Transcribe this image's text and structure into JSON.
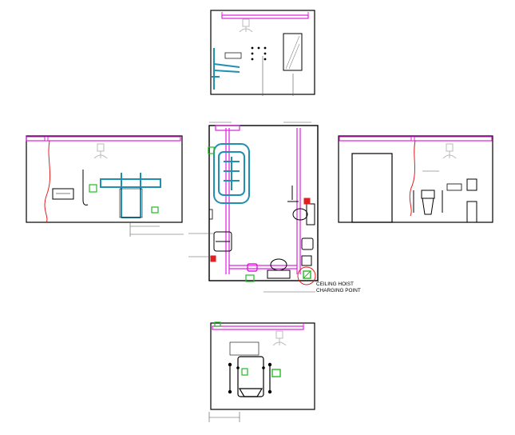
{
  "colors": {
    "wall": "#000000",
    "track": "#e020e0",
    "fixture": "#2090b0",
    "indicator": "#22bb22",
    "alarm": "#e02020",
    "dim": "#555555",
    "light": "#bbbbbb"
  },
  "icons": {
    "ceiling_hoist_track": "pink-rail",
    "hoist_motor": "grey-hoist",
    "changing_bench": "blue-bench",
    "toilet": "wc-pan",
    "basin": "wash-basin",
    "grab_rail": "rail",
    "alarm_pull": "red-cord",
    "charging_point": "green-charger"
  },
  "labels": {
    "ceiling_hoist_charging_line1": "CEILING HOIST",
    "ceiling_hoist_charging_line2": "CHARGING POINT"
  }
}
